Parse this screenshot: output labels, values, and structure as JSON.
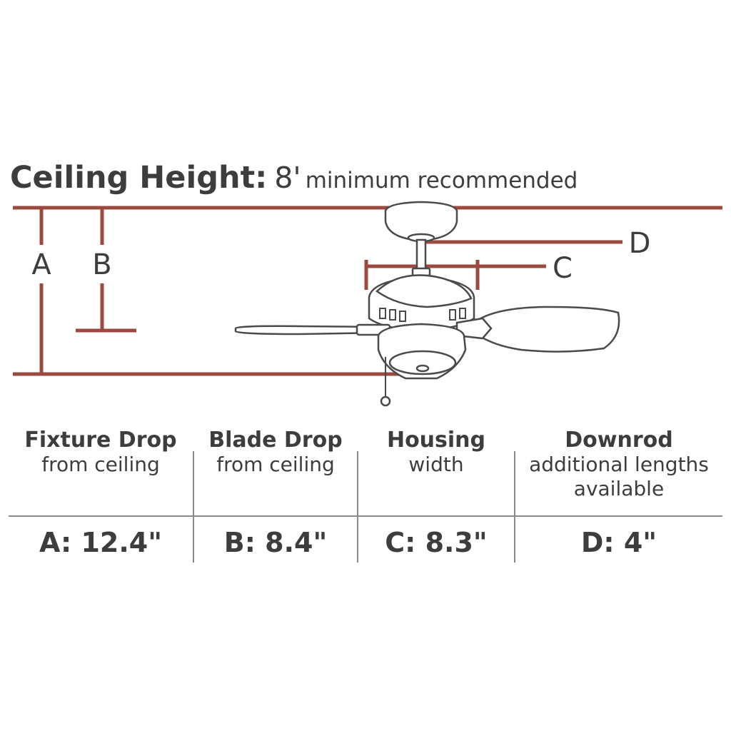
{
  "title": {
    "bold": "Ceiling Height:",
    "value": "8'",
    "note": "minimum recommended"
  },
  "diagram": {
    "labels": {
      "a": "A",
      "b": "B",
      "c": "C",
      "d": "D"
    },
    "colors": {
      "dimension": "#9b4a3f",
      "fan": "#4a4a4a",
      "text": "#3d3d3d",
      "rule": "#8a8a8a"
    }
  },
  "table": {
    "columns": [
      {
        "head": "Fixture Drop",
        "desc": [
          "from ceiling"
        ],
        "value": "A: 12.4\""
      },
      {
        "head": "Blade Drop",
        "desc": [
          "from ceiling"
        ],
        "value": "B: 8.4\""
      },
      {
        "head": "Housing",
        "desc": [
          "width"
        ],
        "value": "C: 8.3\""
      },
      {
        "head": "Downrod",
        "desc": [
          "additional lengths",
          "available"
        ],
        "value": "D: 4\""
      }
    ]
  }
}
